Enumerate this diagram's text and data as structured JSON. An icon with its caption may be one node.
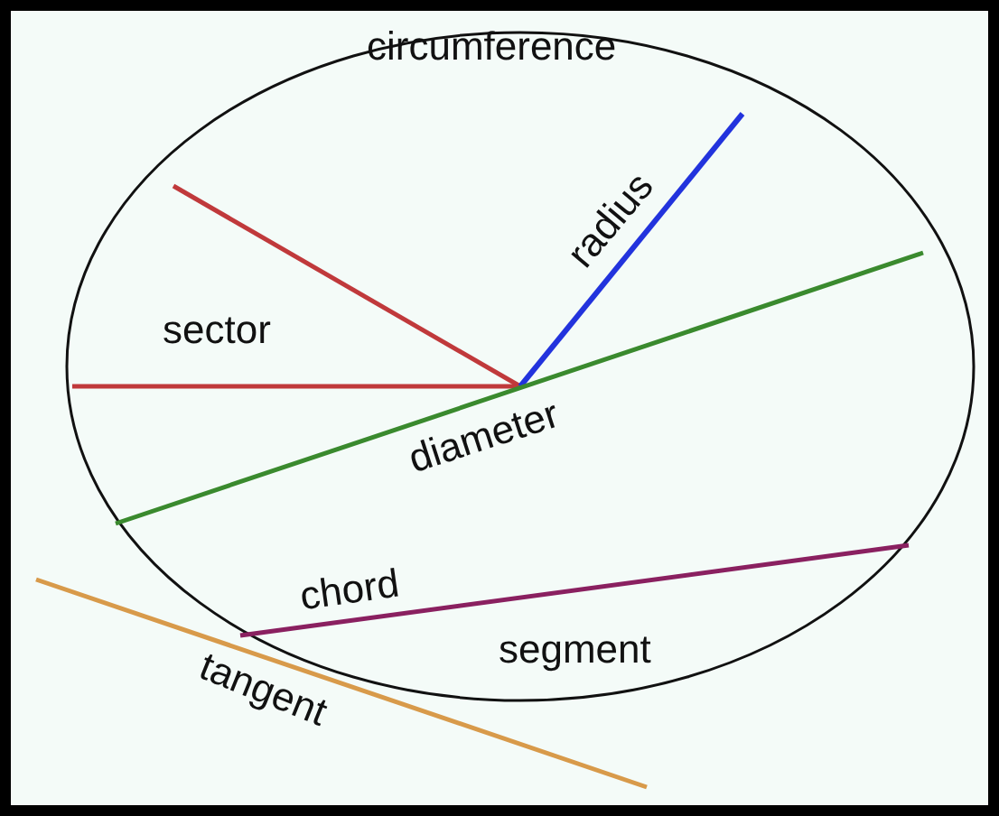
{
  "diagram": {
    "labels": [
      "circumference",
      "radius",
      "sector",
      "diameter",
      "chord",
      "segment",
      "tangent"
    ]
  }
}
